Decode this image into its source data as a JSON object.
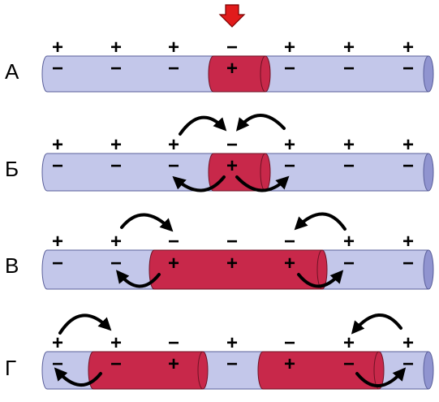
{
  "colors": {
    "axon_fill": "#c3c7ea",
    "axon_stroke": "#5a5f9a",
    "axon_end": "#9094d0",
    "active_fill": "#c8284a",
    "active_stroke": "#6e1224",
    "stimulus_arrow": "#e11b1b",
    "current_arrow": "#000000",
    "sign": "#000000"
  },
  "stimulus": {
    "icon": "red-down-arrow-icon"
  },
  "rows": [
    {
      "label": "А",
      "outer": [
        "+",
        "+",
        "+",
        "−",
        "+",
        "+",
        "+"
      ],
      "inner": [
        "−",
        "−",
        "−",
        "+",
        "−",
        "−",
        "−"
      ]
    },
    {
      "label": "Б",
      "outer": [
        "+",
        "+",
        "+",
        "−",
        "+",
        "+",
        "+"
      ],
      "inner": [
        "−",
        "−",
        "−",
        "+",
        "−",
        "−",
        "−"
      ]
    },
    {
      "label": "В",
      "outer": [
        "+",
        "+",
        "−",
        "−",
        "−",
        "+",
        "+"
      ],
      "inner": [
        "−",
        "−",
        "+",
        "+",
        "+",
        "−",
        "−"
      ]
    },
    {
      "label": "Г",
      "outer": [
        "+",
        "+",
        "−",
        "+",
        "−",
        "+",
        "+"
      ],
      "inner": [
        "−",
        "−",
        "+",
        "−",
        "+",
        "−",
        "−"
      ]
    }
  ]
}
